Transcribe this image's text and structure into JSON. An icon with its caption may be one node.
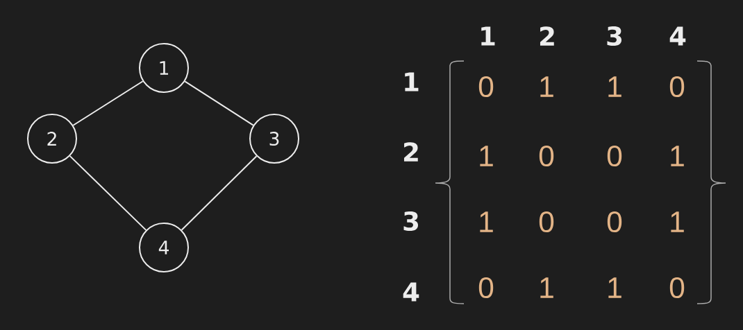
{
  "diagram": {
    "nodes": [
      {
        "text": [
          "1"
        ]
      },
      {
        "text": [
          "2"
        ]
      },
      {
        "text": [
          "3"
        ]
      },
      {
        "text": [
          "4"
        ]
      }
    ],
    "edges": [
      {
        "from": 0,
        "to": 1,
        "arrow": "none"
      },
      {
        "from": 0,
        "to": 2,
        "arrow": "none"
      },
      {
        "from": 1,
        "to": 3,
        "arrow": "none"
      },
      {
        "from": 2,
        "to": 3,
        "arrow": "none"
      }
    ],
    "labels": [
      "1",
      "2",
      "3",
      "4",
      "1",
      "0",
      "1",
      "1",
      "0",
      "2",
      "1",
      "0",
      "0",
      "1",
      "3",
      "1",
      "0",
      "0",
      "1",
      "4",
      "0",
      "1",
      "1",
      "0"
    ]
  }
}
